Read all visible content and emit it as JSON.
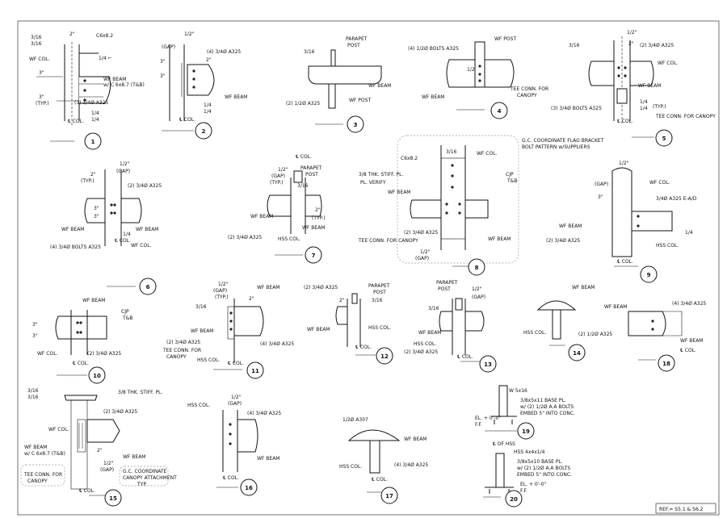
{
  "details": [
    {
      "n": "1",
      "labels": [
        "3/16",
        "3/16",
        "2\"",
        "C6x8.2",
        "WF COL.",
        "1/4 ⌐",
        "3\"",
        "WF BEAM",
        "w/ C 6x8.7 (T&B)",
        "3\"",
        "(TYP.)",
        "(3) 3/4Ø A325",
        "1/4",
        "1/4",
        "℄ COL."
      ]
    },
    {
      "n": "2",
      "labels": [
        "1/2\"",
        "(GAP)",
        "(4) 3/4Ø A325",
        "2\"",
        "3\"",
        "3\"",
        "WF BEAM",
        "1/4",
        "1/4",
        "℄ COL."
      ]
    },
    {
      "n": "3",
      "labels": [
        "PARAPET",
        "POST",
        "3/16",
        "WF BEAM",
        "(2) 1/2Ø A325",
        "WF POST"
      ]
    },
    {
      "n": "4",
      "labels": [
        "(4) 1/2Ø BOLTS A325",
        "WF POST",
        "1/2",
        "WF BEAM",
        "TEE CONN. FOR",
        "CANOPY"
      ]
    },
    {
      "n": "5",
      "labels": [
        "1/2\"",
        "3/16",
        "2\"",
        "(2) 3/4Ø A325",
        "WF COL.",
        "WF BEAM",
        "(3) 3/4Ø BOLTS A325",
        "1/4",
        "(TYP.)",
        "1/4",
        "TEE CONN. FOR CANOPY",
        "℄ COL."
      ]
    },
    {
      "n": "6",
      "labels": [
        "1/2\"",
        "(GAP)",
        "2\"",
        "(TYP.)",
        "(2) 3/4Ø A325",
        "3\"",
        "3\"",
        "WF BEAM",
        "WF BEAM",
        "1/4",
        "℄ COL.",
        "(4) 3/4Ø BOLTS A325",
        "WF COL."
      ]
    },
    {
      "n": "7",
      "labels": [
        "℄ COL.",
        "PARAPET",
        "POST",
        "1/2\"",
        "(GAP)",
        "(TYP.)",
        "3/16",
        "2\"",
        "(TYP.)",
        "WF BEAM",
        "WF BEAM",
        "(2) 3/4Ø A325",
        "HSS COL."
      ]
    },
    {
      "n": "8",
      "labels": [
        "G.C. COORDINATE FLAG BRACKET",
        "BOLT PATTERN w/SUPPLIERS",
        "C6x8.2",
        "3/16",
        "WF COL.",
        "3/8 THK. STIFF. PL.",
        "PL. VERIFY",
        "CJP",
        "T&B",
        "WF BEAM",
        "(2) 3/4Ø A325",
        "TEE CONN. FOR CANOPY",
        "WF BEAM",
        "1/2\"",
        "(GAP)"
      ]
    },
    {
      "n": "9",
      "labels": [
        "1/2\"",
        "(GAP)",
        "WF COL.",
        "3/4Ø A325 E-A/D",
        "3\"",
        "WF BEAM",
        "(2) 3/4Ø A325",
        "HSS COL.",
        "1/4",
        "℄ COL."
      ]
    },
    {
      "n": "10",
      "labels": [
        "WF BEAM",
        "CJP",
        "T&B",
        "3\"",
        "3\"",
        "WF COL.",
        "(2) 3/4Ø A325",
        "℄ COL."
      ]
    },
    {
      "n": "11",
      "labels": [
        "1/2\"",
        "(GAP)",
        "(TYP.)",
        "WF BEAM",
        "2\"",
        "3/16",
        "WF BEAM",
        "(2) 3/4Ø A325",
        "TEE CONN. FOR",
        "CANOPY",
        "HSS COL.",
        "(4) 3/4Ø A325",
        "℄ COL."
      ]
    },
    {
      "n": "12",
      "labels": [
        "(2) 3/4Ø A325",
        "PARAPET",
        "POST",
        "3/16",
        "2\"",
        "WF BEAM",
        "HSS COL.",
        "℄ COL."
      ]
    },
    {
      "n": "13",
      "labels": [
        "PARAPET",
        "POST",
        "1/2\"",
        "(GAP)",
        "3/16",
        "WF BEAM",
        "(2) 3/4Ø A325",
        "HSS COL.",
        "℄ COL."
      ]
    },
    {
      "n": "14",
      "labels": [
        "WF BEAM",
        "HSS COL.",
        "(2) 1/2Ø A325"
      ]
    },
    {
      "n": "15",
      "labels": [
        "3/16",
        "3/16",
        "3/8 THK. STIFF. PL.",
        "WF COL.",
        "(2) 3/4Ø A325",
        "2\"",
        "WF BEAM",
        "w/ C 6x8.7 (T&B)",
        "WF BEAM",
        "1/2\"",
        "(GAP)",
        "TEE CONN. FOR",
        "CANOPY",
        "G.C. COORDINATE",
        "CANOPY ATTACHMENT",
        "TYP.",
        "℄ COL."
      ]
    },
    {
      "n": "16",
      "labels": [
        "HSS COL.",
        "1/2\"",
        "(GAP)",
        "(4) 3/4Ø A325",
        "WF BEAM",
        "℄ COL."
      ]
    },
    {
      "n": "17",
      "labels": [
        "1/2Ø A307",
        "WF BEAM",
        "HSS COL.",
        "(4) 3/4Ø A325",
        "℄ COL."
      ]
    },
    {
      "n": "18",
      "labels": [
        "WF BEAM",
        "(4) 3/4Ø A325",
        "WF BEAM",
        "℄ COL."
      ]
    },
    {
      "n": "19",
      "labels": [
        "W 5x16",
        "3/8x5x11 BASE PL.",
        "w/ (2) 1/2Ø A.A BOLTS",
        "EMBED 5\" INTO CONC.",
        "EL. + 0'-0\"",
        "F.F."
      ]
    },
    {
      "n": "20",
      "labels": [
        "℄ OF HSS",
        "HSS 4x4x1/4",
        "3/8x5x10 BASE PL.",
        "w/ (2) 1/2Ø A.A BOLTS",
        "EMBED 5\" INTO CONC.",
        "EL. + 0'-0\"",
        "F.F."
      ]
    }
  ],
  "reference": "REF.= S5.1 & S6.2"
}
